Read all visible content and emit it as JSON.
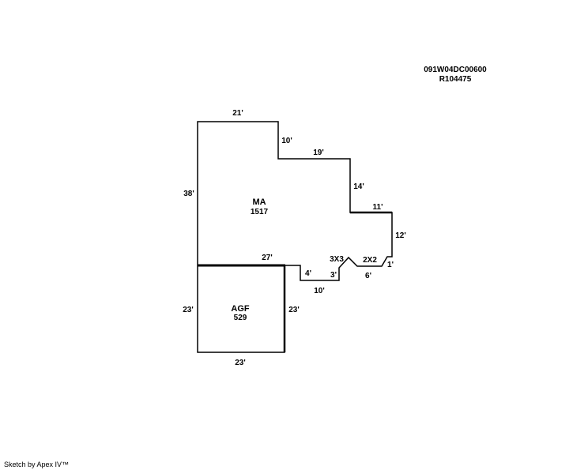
{
  "header": {
    "parcel_id": "091W04DC00600",
    "account_id": "R104475"
  },
  "areas": {
    "main": {
      "label": "MA",
      "value": "1517"
    },
    "garage": {
      "label": "AGF",
      "value": "529"
    }
  },
  "dimensions": {
    "ma_top": "21'",
    "ma_notch_down": "10'",
    "ma_upper_right": "19'",
    "ma_right_down": "14'",
    "ma_ledge": "11'",
    "ma_far_right": "12'",
    "ma_left": "38'",
    "ma_bottom": "27'",
    "step_down": "4'",
    "step_bottom": "10'",
    "step_up": "3'",
    "bay_3x3": "3X3",
    "bay_2x2": "2X2",
    "bay_bottom": "6'",
    "corner": "1'",
    "agf_left": "23'",
    "agf_right": "23'",
    "agf_bottom": "23'"
  },
  "footer": {
    "credit": "Sketch by Apex IV™"
  }
}
